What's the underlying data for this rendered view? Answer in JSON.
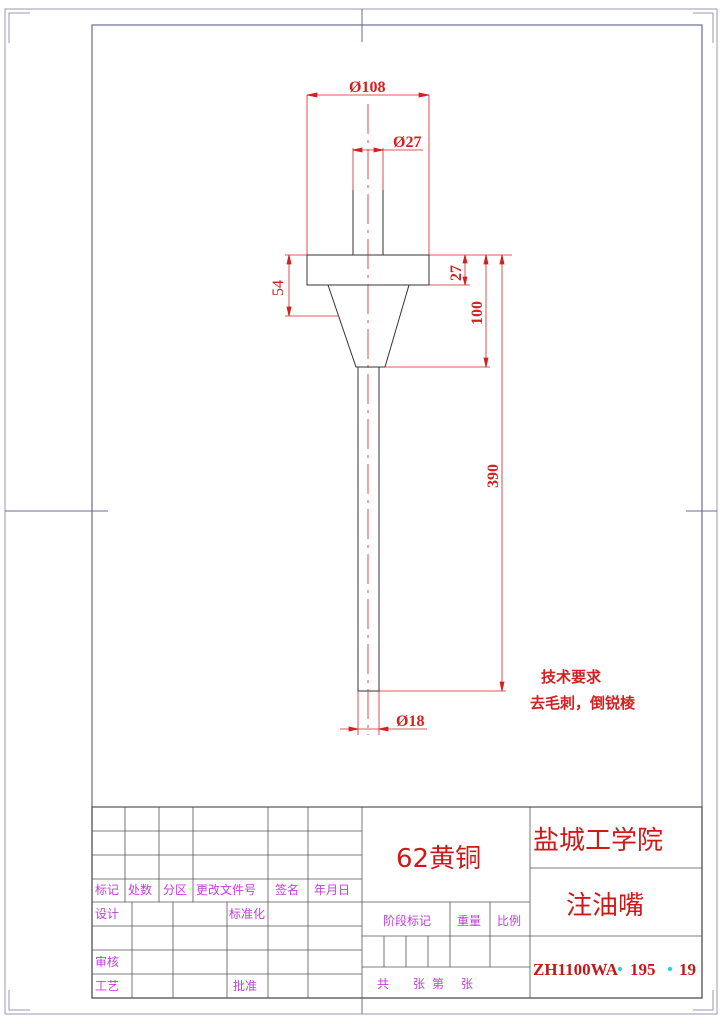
{
  "drawing": {
    "part_name": "注油嘴",
    "institution": "盐城工学院",
    "material": "62黄铜",
    "drawing_number": {
      "parts": [
        "ZH1100WA",
        "195",
        "19"
      ],
      "separator_color": "#30d0d8"
    },
    "colors": {
      "outline": "#333333",
      "frame": "#7a7aa0",
      "dimension": "#d42020",
      "title_label": "#c040d8"
    }
  },
  "dimensions": {
    "d_flange": "Ø108",
    "d_top_shaft": "Ø27",
    "d_bottom_shaft": "Ø18",
    "h_left": "54",
    "h_flange": "27",
    "h_cone": "100",
    "h_total": "390"
  },
  "technical_requirements": {
    "title": "技术要求",
    "line1": "去毛刺，倒锐棱"
  },
  "title_block": {
    "header_row": [
      "标记",
      "处数",
      "分区",
      "更改文件号",
      "签名",
      "年月日"
    ],
    "design": "设计",
    "standardization": "标准化",
    "review": "审核",
    "process": "工艺",
    "approve": "批准",
    "stage_mark": "阶段标记",
    "weight": "重量",
    "scale": "比例",
    "sheets": {
      "total": "共",
      "sheet_unit": "张",
      "nth": "第",
      "sheet_unit2": "张"
    }
  }
}
